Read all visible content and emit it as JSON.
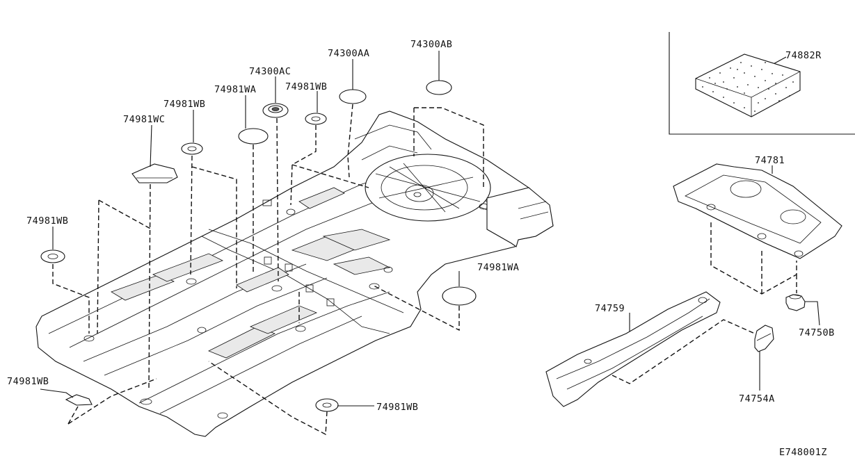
{
  "diagram": {
    "id_code": "E748001Z",
    "parts": {
      "p74300AA": "74300AA",
      "p74300AB": "74300AB",
      "p74300AC": "74300AC",
      "p74981WA_top": "74981WA",
      "p74981WB_top": "74981WB",
      "p74981WB_left_upper": "74981WB",
      "p74981WC": "74981WC",
      "p74981WB_left_mid": "74981WB",
      "p74981WB_left_low": "74981WB",
      "p74981WB_bottom": "74981WB",
      "p74981WA_right": "74981WA",
      "p74882R": "74882R",
      "p74781": "74781",
      "p74759": "74759",
      "p74750B": "74750B",
      "p74754A": "74754A"
    }
  }
}
